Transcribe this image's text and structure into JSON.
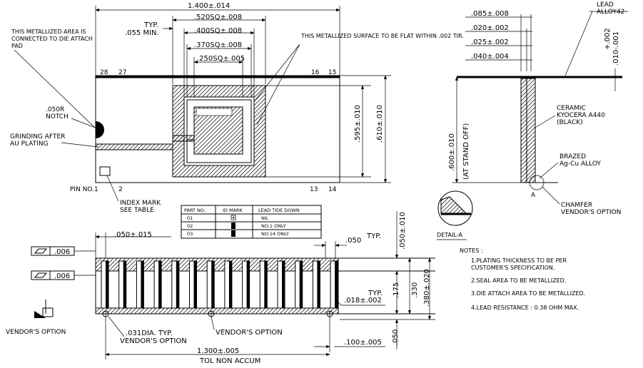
{
  "top_view": {
    "dim_overall_width": "1.400±.014",
    "dim_typ": "TYP.",
    "dim_min": ".055 MIN.",
    "dim_520": ".520SQ±.008",
    "dim_400": ".400SQ±.008",
    "dim_370": ".370SQ±.008",
    "dim_250": ".250SQ±.005",
    "note_metal_connected": "THIS METALLIZED AREA IS CONNECTED TO DIE ATTACH PAD",
    "note_flat": "THIS METALLIZED SURFACE TO BE FLAT WITHIN      .002 TIR.",
    "pin_28": "28",
    "pin_27": "27",
    "pin_16": "16",
    "pin_15": "15",
    "pin_1": "PIN NO.1",
    "pin_2": "2",
    "pin_13": "13",
    "pin_14": "14",
    "notch_label": ".050R NOTCH",
    "grinding_label": "GRINDING AFTER AU PLATING",
    "index_mark_label": "INDEX MARK SEE TABLE",
    "dim_595": ".595±.010",
    "dim_610": ".610±.010"
  },
  "side_view": {
    "dim_085": ".085±.008",
    "dim_020": ".020±.002",
    "dim_025": ".025±.002",
    "dim_040": ".040±.004",
    "lead_label": "LEAD ALLOY42",
    "tol_plus": "+.002",
    "tol_minus": ".010-.001",
    "dim_600": ".600±.010",
    "at_stand_off": "(AT STAND OFF)",
    "ceramic_label": "CERAMIC KYOCERA A440 (BLACK)",
    "brazed_label": "BRAZED Ag-Cu ALLOY",
    "chamfer_label": "CHAMFER VENDOR'S OPTION",
    "point_a": "A",
    "detail_label": "DETAIL-A"
  },
  "table": {
    "headers": [
      "PART NO.",
      "ID MARK",
      "LEAD TIDE DOWN"
    ],
    "rows": [
      [
        "01",
        "",
        "NIL"
      ],
      [
        "02",
        "",
        "NO.1 ONLY"
      ],
      [
        "03",
        "",
        "NO.14 ONLY"
      ]
    ]
  },
  "bottom_view": {
    "flat_tol_1": ".006",
    "flat_tol_2": ".006",
    "dim_050_015": ".050±.015",
    "dim_050_typ": ".050",
    "typ": "TYP.",
    "typ2": "TYP.",
    "dim_018": ".018±.002",
    "dim_050_010": ".050±.010",
    "dim_175": ".175",
    "dim_330": ".330",
    "dim_380": ".380±.020",
    "dim_050_b": ".050",
    "dim_100": ".100±.005",
    "dim_031": ".031DIA. TYP.",
    "vendor_option_1": "VENDOR'S OPTION",
    "vendor_option_2": "VENDOR'S OPTION",
    "vendor_option_3": "VENDOR'S OPTION",
    "dim_1300": "1.300±.005",
    "tol_non_accum": "TOL NON ACCUM"
  },
  "notes": {
    "title": "NOTES :",
    "items": [
      "1.PLATING THICKNESS TO BE PER CUSTOMER'S SPECIFICATION.",
      "2.SEAL AREA TO BE METALLIZED.",
      "3.DIE ATTACH AREA TO BE METALLIZED.",
      "4.LEAD RESISTANCE :    0.38 OHM MAX."
    ]
  }
}
